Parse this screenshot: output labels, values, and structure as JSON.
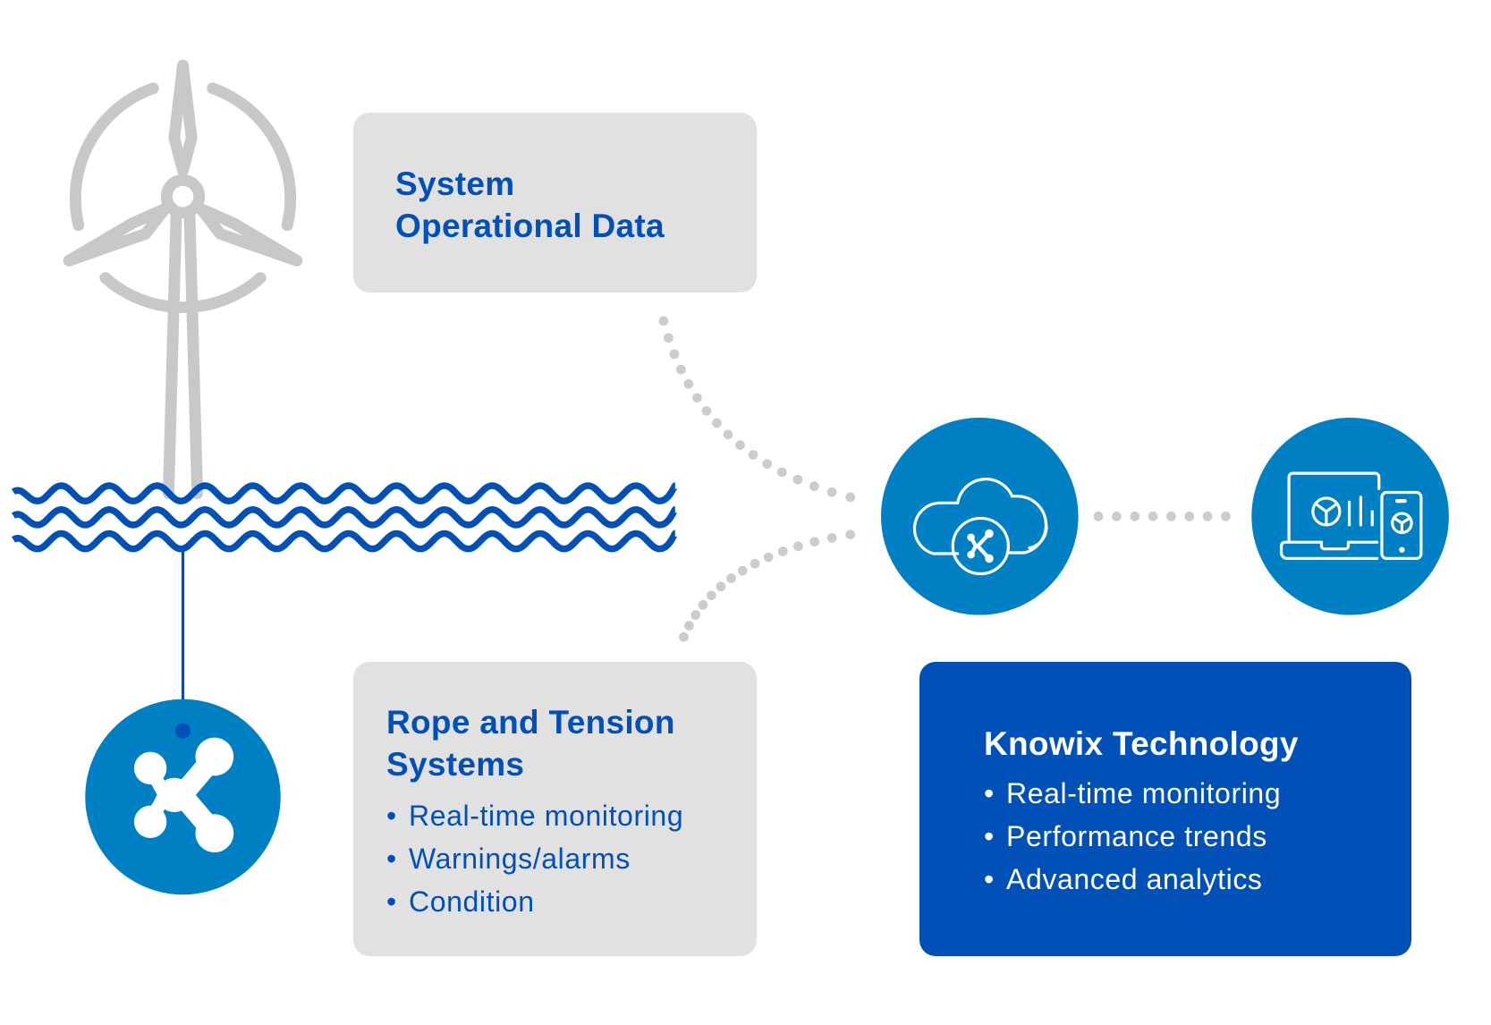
{
  "diagram": {
    "colors": {
      "brand_blue": "#0050b8",
      "circle_blue": "#0080c4",
      "grey_box": "#e1e1e1",
      "turbine_grey": "#c8c8c8",
      "dot_grey": "#cccccc"
    },
    "nodes": {
      "turbine": {
        "icon": "wind-turbine-icon"
      },
      "waves": {
        "icon": "sea-waves-icon"
      },
      "sensor": {
        "icon": "knowix-logo-icon"
      },
      "cloud": {
        "icon": "cloud-network-icon"
      },
      "devices": {
        "icon": "laptop-phone-dashboard-icon"
      }
    },
    "system_box": {
      "title_line1": "System",
      "title_line2": "Operational Data"
    },
    "rope_box": {
      "title_line1": "Rope and Tension",
      "title_line2": "Systems",
      "bullet": "•",
      "items": [
        "Real-time monitoring",
        "Warnings/alarms",
        "Condition"
      ]
    },
    "knowix_box": {
      "title": "Knowix Technology",
      "bullet": "•",
      "items": [
        "Real-time monitoring",
        "Performance trends",
        "Advanced analytics"
      ]
    },
    "connections": [
      {
        "from": "system_box",
        "to": "cloud",
        "style": "dotted"
      },
      {
        "from": "rope_box",
        "to": "cloud",
        "style": "dotted"
      },
      {
        "from": "cloud",
        "to": "devices",
        "style": "dotted"
      },
      {
        "from": "waves",
        "to": "sensor",
        "style": "solid"
      }
    ]
  }
}
